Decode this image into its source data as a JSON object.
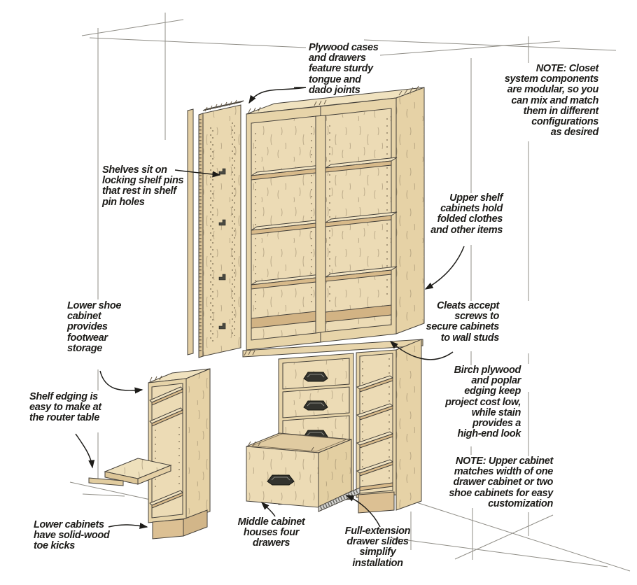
{
  "figure": {
    "type": "technical-illustration",
    "subject": "Modular closet cabinet system, exploded isometric view"
  },
  "colors": {
    "wood_face": "#ecdbb5",
    "wood_frame": "#e7d4a9",
    "wood_side": "#e6d2a6",
    "wood_edge_dark": "#d8ba8a",
    "wood_top_light": "#f0e2c0",
    "toe_kick": "#dcc093",
    "cleat": "#d2b384",
    "outline": "#44403a",
    "reference_line": "#8f8d86",
    "text": "#1d1c19",
    "handle": "#33332e",
    "slide_metal": "#d4d4d2"
  },
  "labels": {
    "plywood_joints": "Plywood cases\nand drawers\nfeature sturdy\ntongue and\ndado joints",
    "note_modular": "NOTE: Closet\nsystem components\nare modular, so you\ncan mix and match\nthem in different\nconfigurations\nas desired",
    "shelf_pins": "Shelves sit on\nlocking shelf pins\nthat rest in shelf\npin holes",
    "upper_shelf": "Upper shelf\ncabinets hold\nfolded clothes\nand other items",
    "cleats": "Cleats accept\nscrews to\nsecure cabinets\nto wall studs",
    "lower_shoe": "Lower shoe\ncabinet\nprovides\nfootwear\nstorage",
    "shelf_edging": "Shelf edging is\neasy to make at\nthe router table",
    "materials": "Birch plywood\nand poplar\nedging keep\nproject cost low,\nwhile stain\nprovides a\nhigh-end look",
    "note_width": "NOTE: Upper cabinet\nmatches width of one\ndrawer cabinet or two\nshoe cabinets for easy\ncustomization",
    "toe_kicks": "Lower cabinets\nhave solid-wood\ntoe kicks",
    "middle_cabinet": "Middle cabinet\nhouses four\ndrawers",
    "drawer_slides": "Full-extension\ndrawer slides\nsimplify\ninstallation"
  }
}
